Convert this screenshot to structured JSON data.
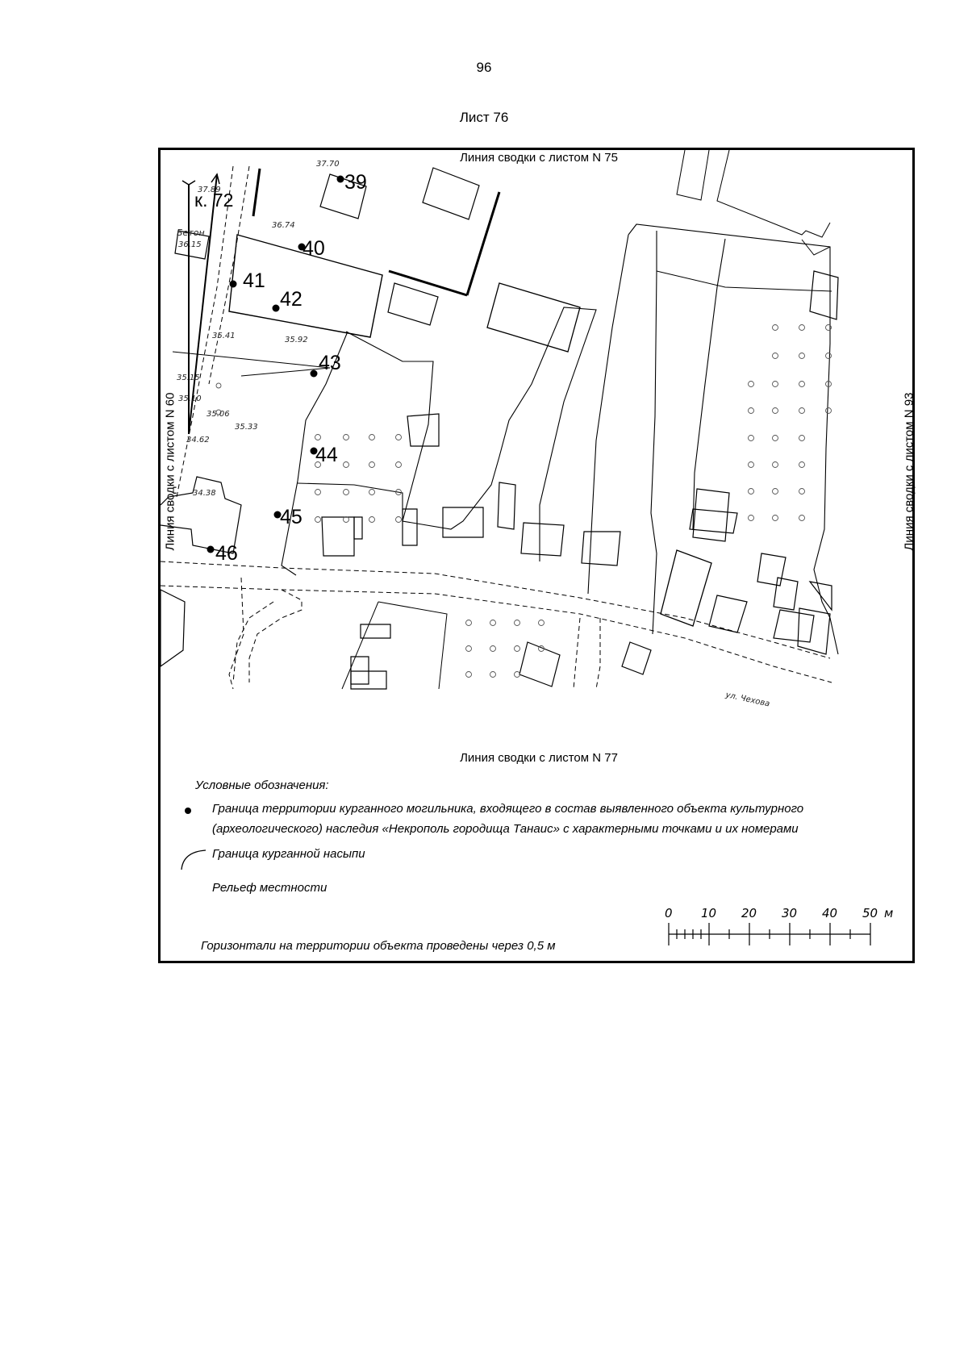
{
  "page": {
    "number": "96",
    "sheet_title": "Лист 76"
  },
  "map": {
    "edges": {
      "top": "Линия сводки с листом N 75",
      "bottom": "Линия сводки с листом N 77",
      "left": "Линия сводки с листом N 60",
      "right": "Линия сводки с листом N 93"
    },
    "points": [
      {
        "id": "39",
        "label": "39"
      },
      {
        "id": "40",
        "label": "40"
      },
      {
        "id": "41",
        "label": "41"
      },
      {
        "id": "42",
        "label": "42"
      },
      {
        "id": "43",
        "label": "43"
      },
      {
        "id": "44",
        "label": "44"
      },
      {
        "id": "45",
        "label": "45"
      },
      {
        "id": "46",
        "label": "46"
      }
    ],
    "annotations": {
      "kurgan": "к. 72",
      "beton": "Бетон",
      "street": "ул. Чехова"
    },
    "elevations": [
      "37.70",
      "37.89",
      "36.15",
      "36.74",
      "35.41",
      "35.92",
      "35.15",
      "35.10",
      "35.06",
      "35.33",
      "34.62",
      "34.38"
    ]
  },
  "legend": {
    "title": "Условные обозначения:",
    "items": [
      {
        "symbol": "point",
        "text_line1": "Граница территории курганного могильника, входящего в состав выявленного объекта культурного",
        "text_line2": "(археологического) наследия «Некрополь городища Танаис» с характерными точками и их номерами"
      },
      {
        "symbol": "arc",
        "text_line1": "Граница курганной насыпи"
      },
      {
        "symbol": "none",
        "text_line1": "Рельеф местности"
      }
    ],
    "scale": {
      "ticks": [
        "0",
        "10",
        "20",
        "30",
        "40",
        "50"
      ],
      "unit": "м"
    },
    "contour_note": "Горизонтали на территории объекта проведены через 0,5 м"
  }
}
